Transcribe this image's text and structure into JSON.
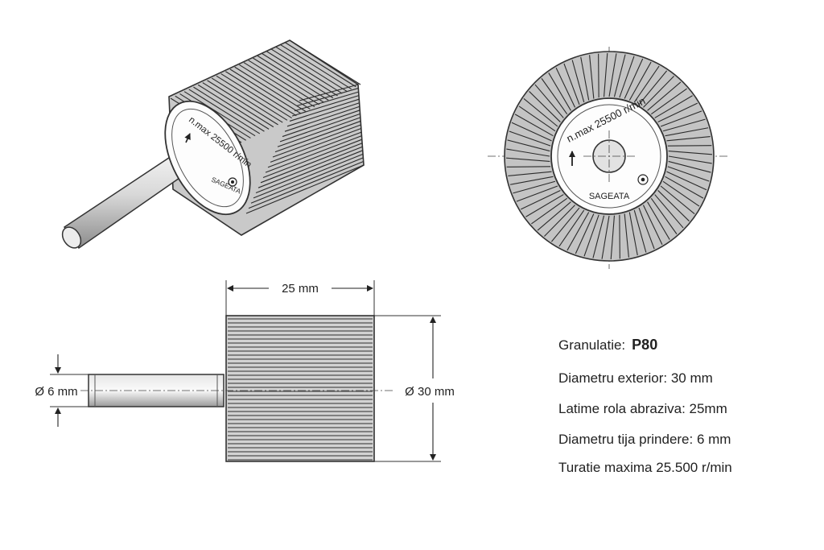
{
  "hub_marking": {
    "speed_text_iso": "n.max 25500 r/min",
    "speed_text_front": "n.max 25500 r/min",
    "brand": "SAGEATA"
  },
  "dimensions": {
    "width": "25 mm",
    "shank_diameter": "Ø 6 mm",
    "outer_diameter": "Ø 30 mm"
  },
  "specs": {
    "grit_label": "Granulatie:",
    "grit_value": "P80",
    "outer_diameter": "Diametru exterior: 30 mm",
    "width": "Latime rola abraziva: 25mm",
    "shank": "Diametru tija prindere: 6 mm",
    "max_speed": "Turatie maxima 25.500 r/min"
  }
}
